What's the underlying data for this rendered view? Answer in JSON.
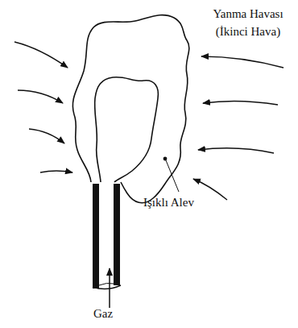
{
  "diagram": {
    "labels": [
      "Yanma Havası (İkinci Hava)",
      "Işıklı Alev",
      "Gaz"
    ]
  }
}
